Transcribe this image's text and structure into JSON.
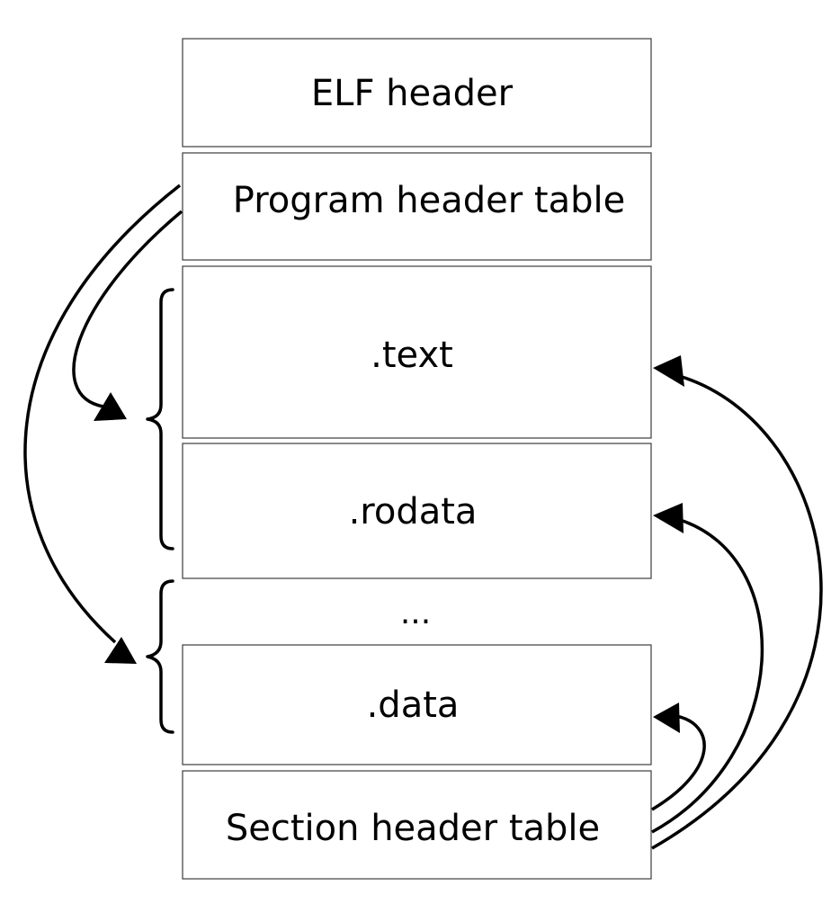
{
  "diagram": {
    "blocks": {
      "elf_header": "ELF header",
      "program_header_table": "Program header table",
      "text": ".text",
      "rodata": ".rodata",
      "ellipsis": "...",
      "data": ".data",
      "section_header_table": "Section header table"
    }
  }
}
